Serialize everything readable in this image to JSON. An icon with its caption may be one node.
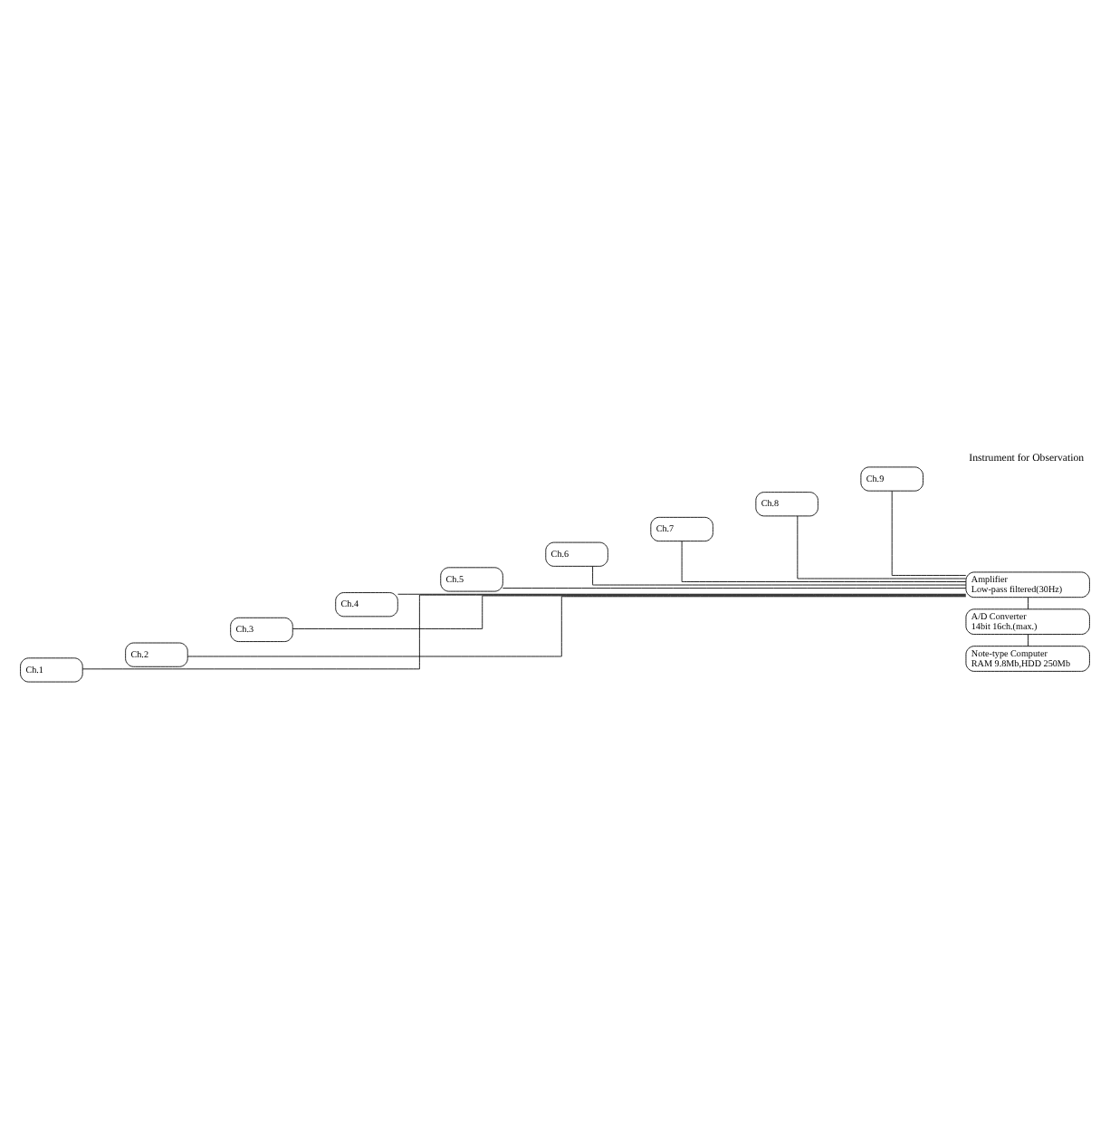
{
  "diagram": {
    "title": "Instrument for Observation",
    "nodes": [
      {
        "text": [
          "Ch.1"
        ]
      },
      {
        "text": [
          "Ch.2"
        ]
      },
      {
        "text": [
          "Ch.3"
        ]
      },
      {
        "text": [
          "Ch.4"
        ]
      },
      {
        "text": [
          "Ch.5"
        ]
      },
      {
        "text": [
          "Ch.6"
        ]
      },
      {
        "text": [
          "Ch.7"
        ]
      },
      {
        "text": [
          "Ch.8"
        ]
      },
      {
        "text": [
          "Ch.9"
        ]
      },
      {
        "text": [
          "Amplifier",
          "Low-pass filtered(30Hz)"
        ]
      },
      {
        "text": [
          "A/D Converter",
          "14bit 16ch.(max.)"
        ]
      },
      {
        "text": [
          "Note-type Computer",
          "RAM 9.8Mb,HDD 250Mb"
        ]
      }
    ],
    "edges": [
      {
        "from": 0,
        "to": 9,
        "arrow": "none"
      },
      {
        "from": 1,
        "to": 9,
        "arrow": "none"
      },
      {
        "from": 2,
        "to": 9,
        "arrow": "none"
      },
      {
        "from": 3,
        "to": 9,
        "arrow": "none"
      },
      {
        "from": 4,
        "to": 9,
        "arrow": "none"
      },
      {
        "from": 5,
        "to": 9,
        "arrow": "none"
      },
      {
        "from": 6,
        "to": 9,
        "arrow": "none"
      },
      {
        "from": 7,
        "to": 9,
        "arrow": "none"
      },
      {
        "from": 8,
        "to": 9,
        "arrow": "none"
      },
      {
        "from": 9,
        "to": 10,
        "arrow": "none"
      },
      {
        "from": 10,
        "to": 11,
        "arrow": "none"
      }
    ]
  }
}
